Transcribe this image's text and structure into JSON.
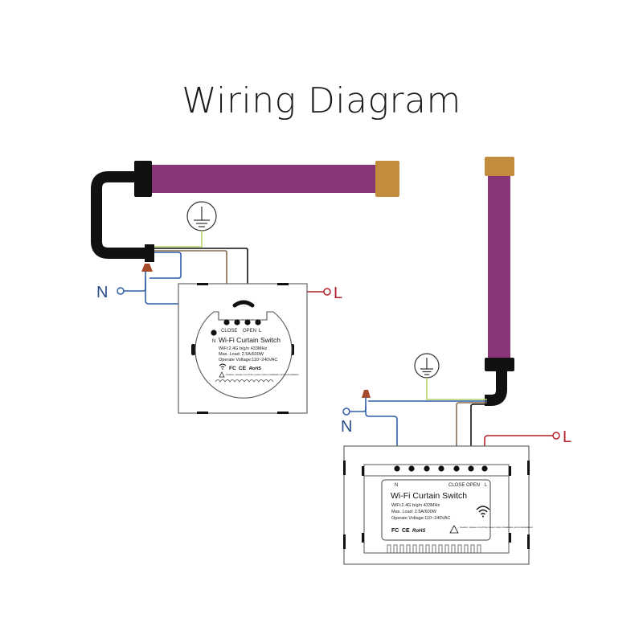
{
  "title": "Wiring Diagram",
  "colors": {
    "motor_tube": "#883677",
    "motor_cap": "#c38b3d",
    "cable": "#111111",
    "neutral_wire": "#2f5fa8",
    "live_wire": "#b3202a",
    "earth_wire": "#b7d36a",
    "brown_wire": "#8a6a45",
    "connector": "#a54a2a",
    "device_outline": "#666666"
  },
  "left_diagram": {
    "neutral_label": "N",
    "live_label": "L",
    "earth_symbol": "earth-ground",
    "terminals": [
      "CLOSE",
      "OPEN",
      "L"
    ],
    "n_terminal": "N",
    "device": {
      "name": "Wi-Fi Curtain Switch",
      "specs": [
        "WiFi:2.4G b/g/n 433MHz",
        "Max. Load: 2.5A/600W",
        "Operate Voltage:110~240VAC"
      ],
      "certs": [
        "FC",
        "CE",
        "RoHS"
      ],
      "caution": "Caution: please cut off the power when installation and uninstallation"
    }
  },
  "right_diagram": {
    "neutral_label": "N",
    "live_label": "L",
    "earth_symbol": "earth-ground",
    "terminals": [
      "N",
      "CLOSE",
      "OPEN",
      "L"
    ],
    "device": {
      "name": "Wi-Fi Curtain Switch",
      "specs": [
        "WiFi:2.4G b/g/n 433MHz",
        "Max. Load: 2.5A/600W",
        "Operate Voltage:110~240VAC"
      ],
      "certs": [
        "FC",
        "CE",
        "RoHS"
      ],
      "caution": "Caution: please cut off the power when installation and uninstallation"
    }
  }
}
